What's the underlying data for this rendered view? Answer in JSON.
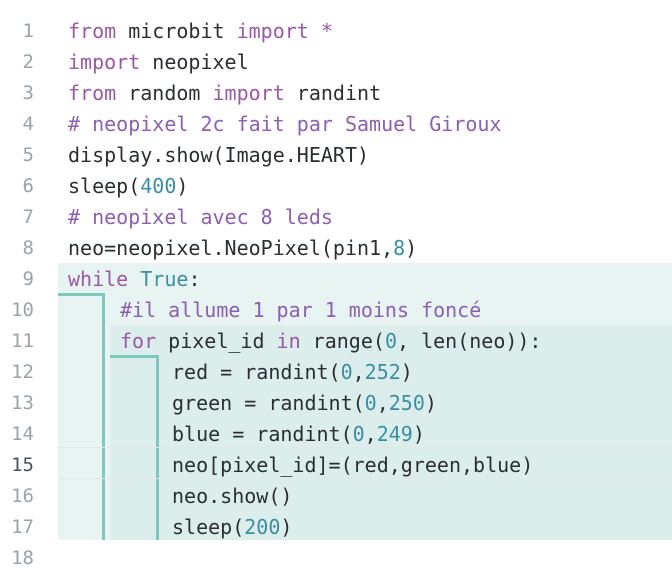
{
  "editor": {
    "active_line": 15,
    "line_numbers": [
      "1",
      "2",
      "3",
      "4",
      "5",
      "6",
      "7",
      "8",
      "9",
      "10",
      "11",
      "12",
      "13",
      "14",
      "15",
      "16",
      "17",
      "18"
    ],
    "lines": [
      {
        "indent": 0,
        "tokens": [
          {
            "t": "kw",
            "v": "from"
          },
          {
            "t": "id",
            "v": " microbit "
          },
          {
            "t": "kw",
            "v": "import"
          },
          {
            "t": "id",
            "v": " "
          },
          {
            "t": "op",
            "v": "*"
          }
        ]
      },
      {
        "indent": 0,
        "tokens": [
          {
            "t": "kw",
            "v": "import"
          },
          {
            "t": "id",
            "v": " neopixel"
          }
        ]
      },
      {
        "indent": 0,
        "tokens": [
          {
            "t": "kw",
            "v": "from"
          },
          {
            "t": "id",
            "v": " random "
          },
          {
            "t": "kw",
            "v": "import"
          },
          {
            "t": "id",
            "v": " randint"
          }
        ]
      },
      {
        "indent": 0,
        "tokens": [
          {
            "t": "cm",
            "v": "# neopixel 2c fait par Samuel Giroux"
          }
        ]
      },
      {
        "indent": 0,
        "tokens": [
          {
            "t": "id",
            "v": "display.show(Image.HEART)"
          }
        ]
      },
      {
        "indent": 0,
        "tokens": [
          {
            "t": "id",
            "v": "sleep("
          },
          {
            "t": "num",
            "v": "400"
          },
          {
            "t": "id",
            "v": ")"
          }
        ]
      },
      {
        "indent": 0,
        "tokens": [
          {
            "t": "cm",
            "v": "# neopixel avec 8 leds"
          }
        ]
      },
      {
        "indent": 0,
        "tokens": [
          {
            "t": "id",
            "v": "neo=neopixel.NeoPixel(pin1,"
          },
          {
            "t": "num",
            "v": "8"
          },
          {
            "t": "id",
            "v": ")"
          }
        ]
      },
      {
        "indent": 0,
        "tokens": [
          {
            "t": "kw",
            "v": "while"
          },
          {
            "t": "id",
            "v": " "
          },
          {
            "t": "bi",
            "v": "True"
          },
          {
            "t": "id",
            "v": ":"
          }
        ]
      },
      {
        "indent": 1,
        "tokens": [
          {
            "t": "cm",
            "v": "#il allume 1 par 1 moins foncé"
          }
        ]
      },
      {
        "indent": 1,
        "tokens": [
          {
            "t": "kw",
            "v": "for"
          },
          {
            "t": "id",
            "v": " pixel_id "
          },
          {
            "t": "kw",
            "v": "in"
          },
          {
            "t": "id",
            "v": " range("
          },
          {
            "t": "num",
            "v": "0"
          },
          {
            "t": "id",
            "v": ", len(neo)):"
          }
        ]
      },
      {
        "indent": 2,
        "tokens": [
          {
            "t": "id",
            "v": "red = randint("
          },
          {
            "t": "num",
            "v": "0"
          },
          {
            "t": "id",
            "v": ","
          },
          {
            "t": "num",
            "v": "252"
          },
          {
            "t": "id",
            "v": ")"
          }
        ]
      },
      {
        "indent": 2,
        "tokens": [
          {
            "t": "id",
            "v": "green = randint("
          },
          {
            "t": "num",
            "v": "0"
          },
          {
            "t": "id",
            "v": ","
          },
          {
            "t": "num",
            "v": "250"
          },
          {
            "t": "id",
            "v": ")"
          }
        ]
      },
      {
        "indent": 2,
        "tokens": [
          {
            "t": "id",
            "v": "blue = randint("
          },
          {
            "t": "num",
            "v": "0"
          },
          {
            "t": "id",
            "v": ","
          },
          {
            "t": "num",
            "v": "249"
          },
          {
            "t": "id",
            "v": ")"
          }
        ]
      },
      {
        "indent": 2,
        "tokens": [
          {
            "t": "id",
            "v": "neo[pixel_id]=(red,green,blue)"
          }
        ]
      },
      {
        "indent": 2,
        "tokens": [
          {
            "t": "id",
            "v": "neo.show()"
          }
        ]
      },
      {
        "indent": 2,
        "tokens": [
          {
            "t": "id",
            "v": "sleep("
          },
          {
            "t": "num",
            "v": "200"
          },
          {
            "t": "id",
            "v": ")"
          }
        ]
      },
      {
        "indent": 0,
        "tokens": []
      }
    ]
  },
  "colors": {
    "keyword": "#9b57a8",
    "comment": "#8d5fb2",
    "number": "#3c8ea5",
    "text": "#2b2f33",
    "line_number": "#9aa3a8",
    "block_highlight": "#e7f4f1",
    "indent_guide": "#7fc8bd"
  }
}
